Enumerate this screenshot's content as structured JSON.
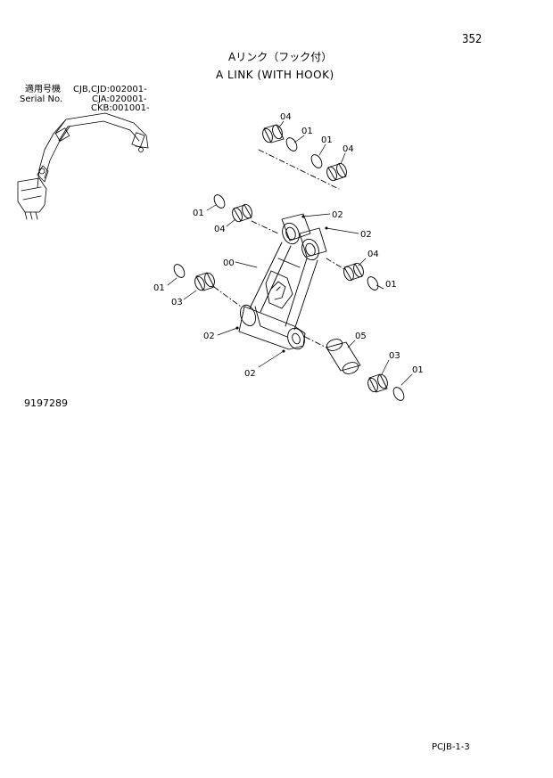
{
  "header": {
    "page_number": "352",
    "title_ja": "Aリンク（フック付）",
    "title_en": "A LINK (WITH HOOK)"
  },
  "serial": {
    "label_ja": "適用号機",
    "label_en": "Serial No.",
    "values": [
      "CJB,CJD:002001-",
      "CJA:020001-",
      "CKB:001001-"
    ]
  },
  "drawing_number": "9197289",
  "sheet_code": "PCJB-1-3",
  "callouts": [
    "04",
    "01",
    "01",
    "04",
    "01",
    "04",
    "02",
    "02",
    "00",
    "04",
    "01",
    "01",
    "03",
    "02",
    "05",
    "03",
    "01",
    "02"
  ]
}
